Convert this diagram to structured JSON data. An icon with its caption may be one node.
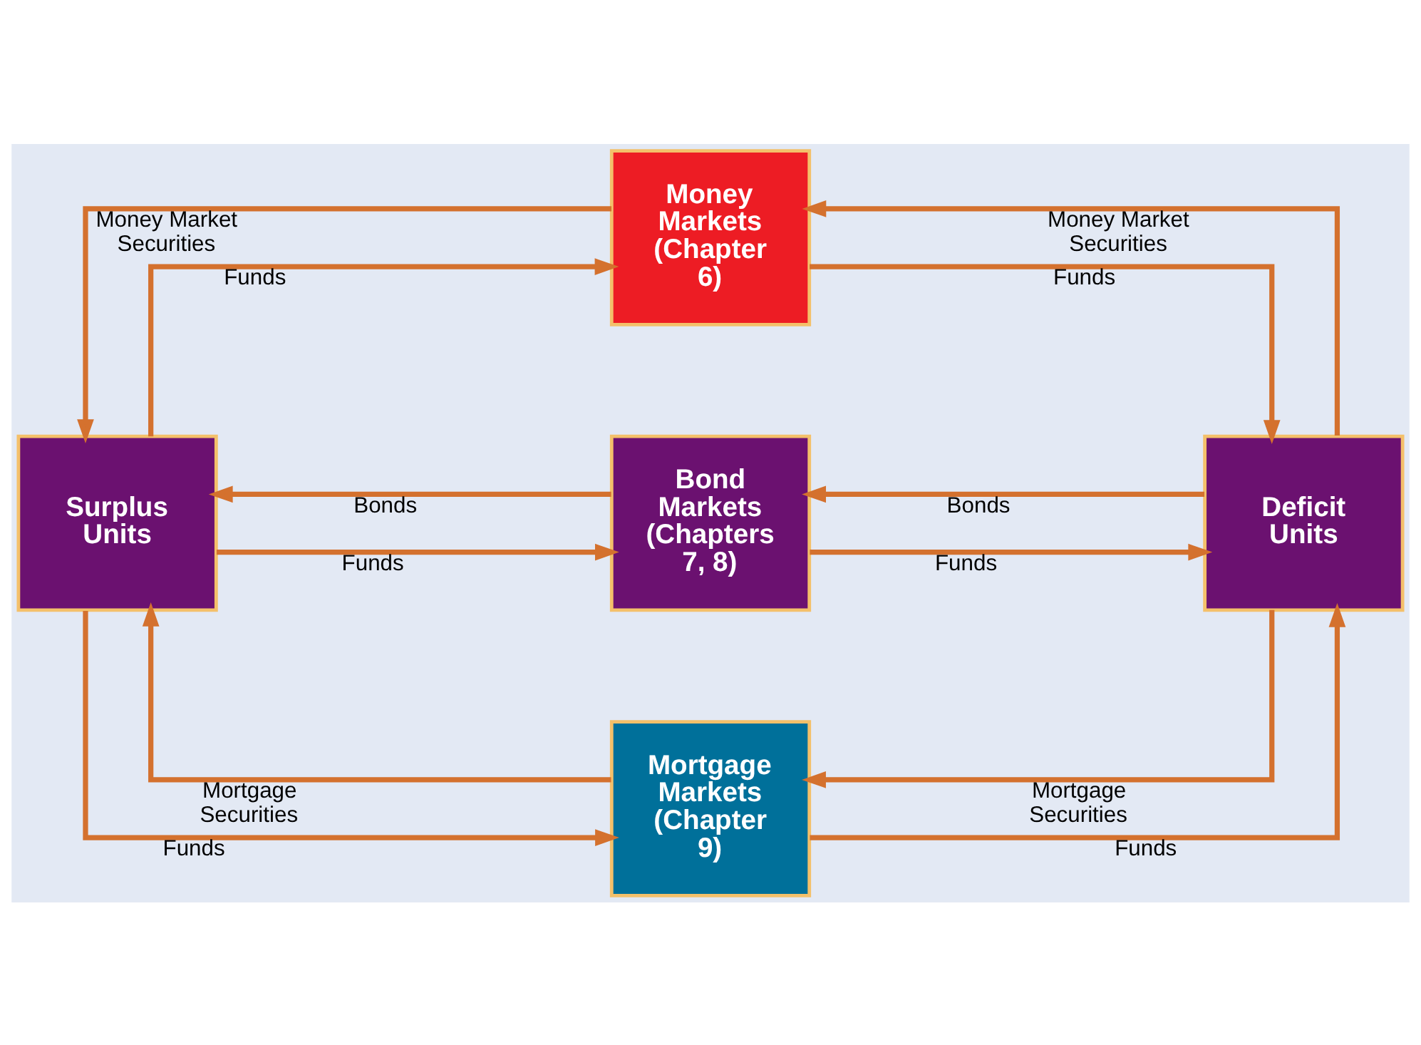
{
  "diagram": {
    "nodes": [
      {
        "text": [
          "Money Markets (Chapter 6)"
        ]
      },
      {
        "text": [
          "Surplus Units"
        ]
      },
      {
        "text": [
          "Bond Markets (Chapters 7, 8)"
        ]
      },
      {
        "text": [
          "Deficit Units"
        ]
      },
      {
        "text": [
          "Mortgage Markets (Chapter 9)"
        ]
      }
    ],
    "edges": [
      {
        "from": 1,
        "to": 0,
        "arrow": "to",
        "label": "Funds"
      },
      {
        "from": 0,
        "to": 1,
        "arrow": "to",
        "label": "Money Market Securities"
      },
      {
        "from": 0,
        "to": 3,
        "arrow": "to",
        "label": "Funds"
      },
      {
        "from": 3,
        "to": 0,
        "arrow": "to",
        "label": "Money Market Securities"
      },
      {
        "from": 1,
        "to": 2,
        "arrow": "to",
        "label": "Funds"
      },
      {
        "from": 2,
        "to": 1,
        "arrow": "to",
        "label": "Bonds"
      },
      {
        "from": 2,
        "to": 3,
        "arrow": "to",
        "label": "Funds"
      },
      {
        "from": 3,
        "to": 2,
        "arrow": "to",
        "label": "Bonds"
      },
      {
        "from": 4,
        "to": 1,
        "arrow": "to",
        "label": "Mortgage Securities"
      },
      {
        "from": 1,
        "to": 4,
        "arrow": "to",
        "label": "Funds"
      },
      {
        "from": 3,
        "to": 4,
        "arrow": "to",
        "label": "Mortgage Securities"
      },
      {
        "from": 4,
        "to": 3,
        "arrow": "to",
        "label": "Funds"
      }
    ]
  }
}
